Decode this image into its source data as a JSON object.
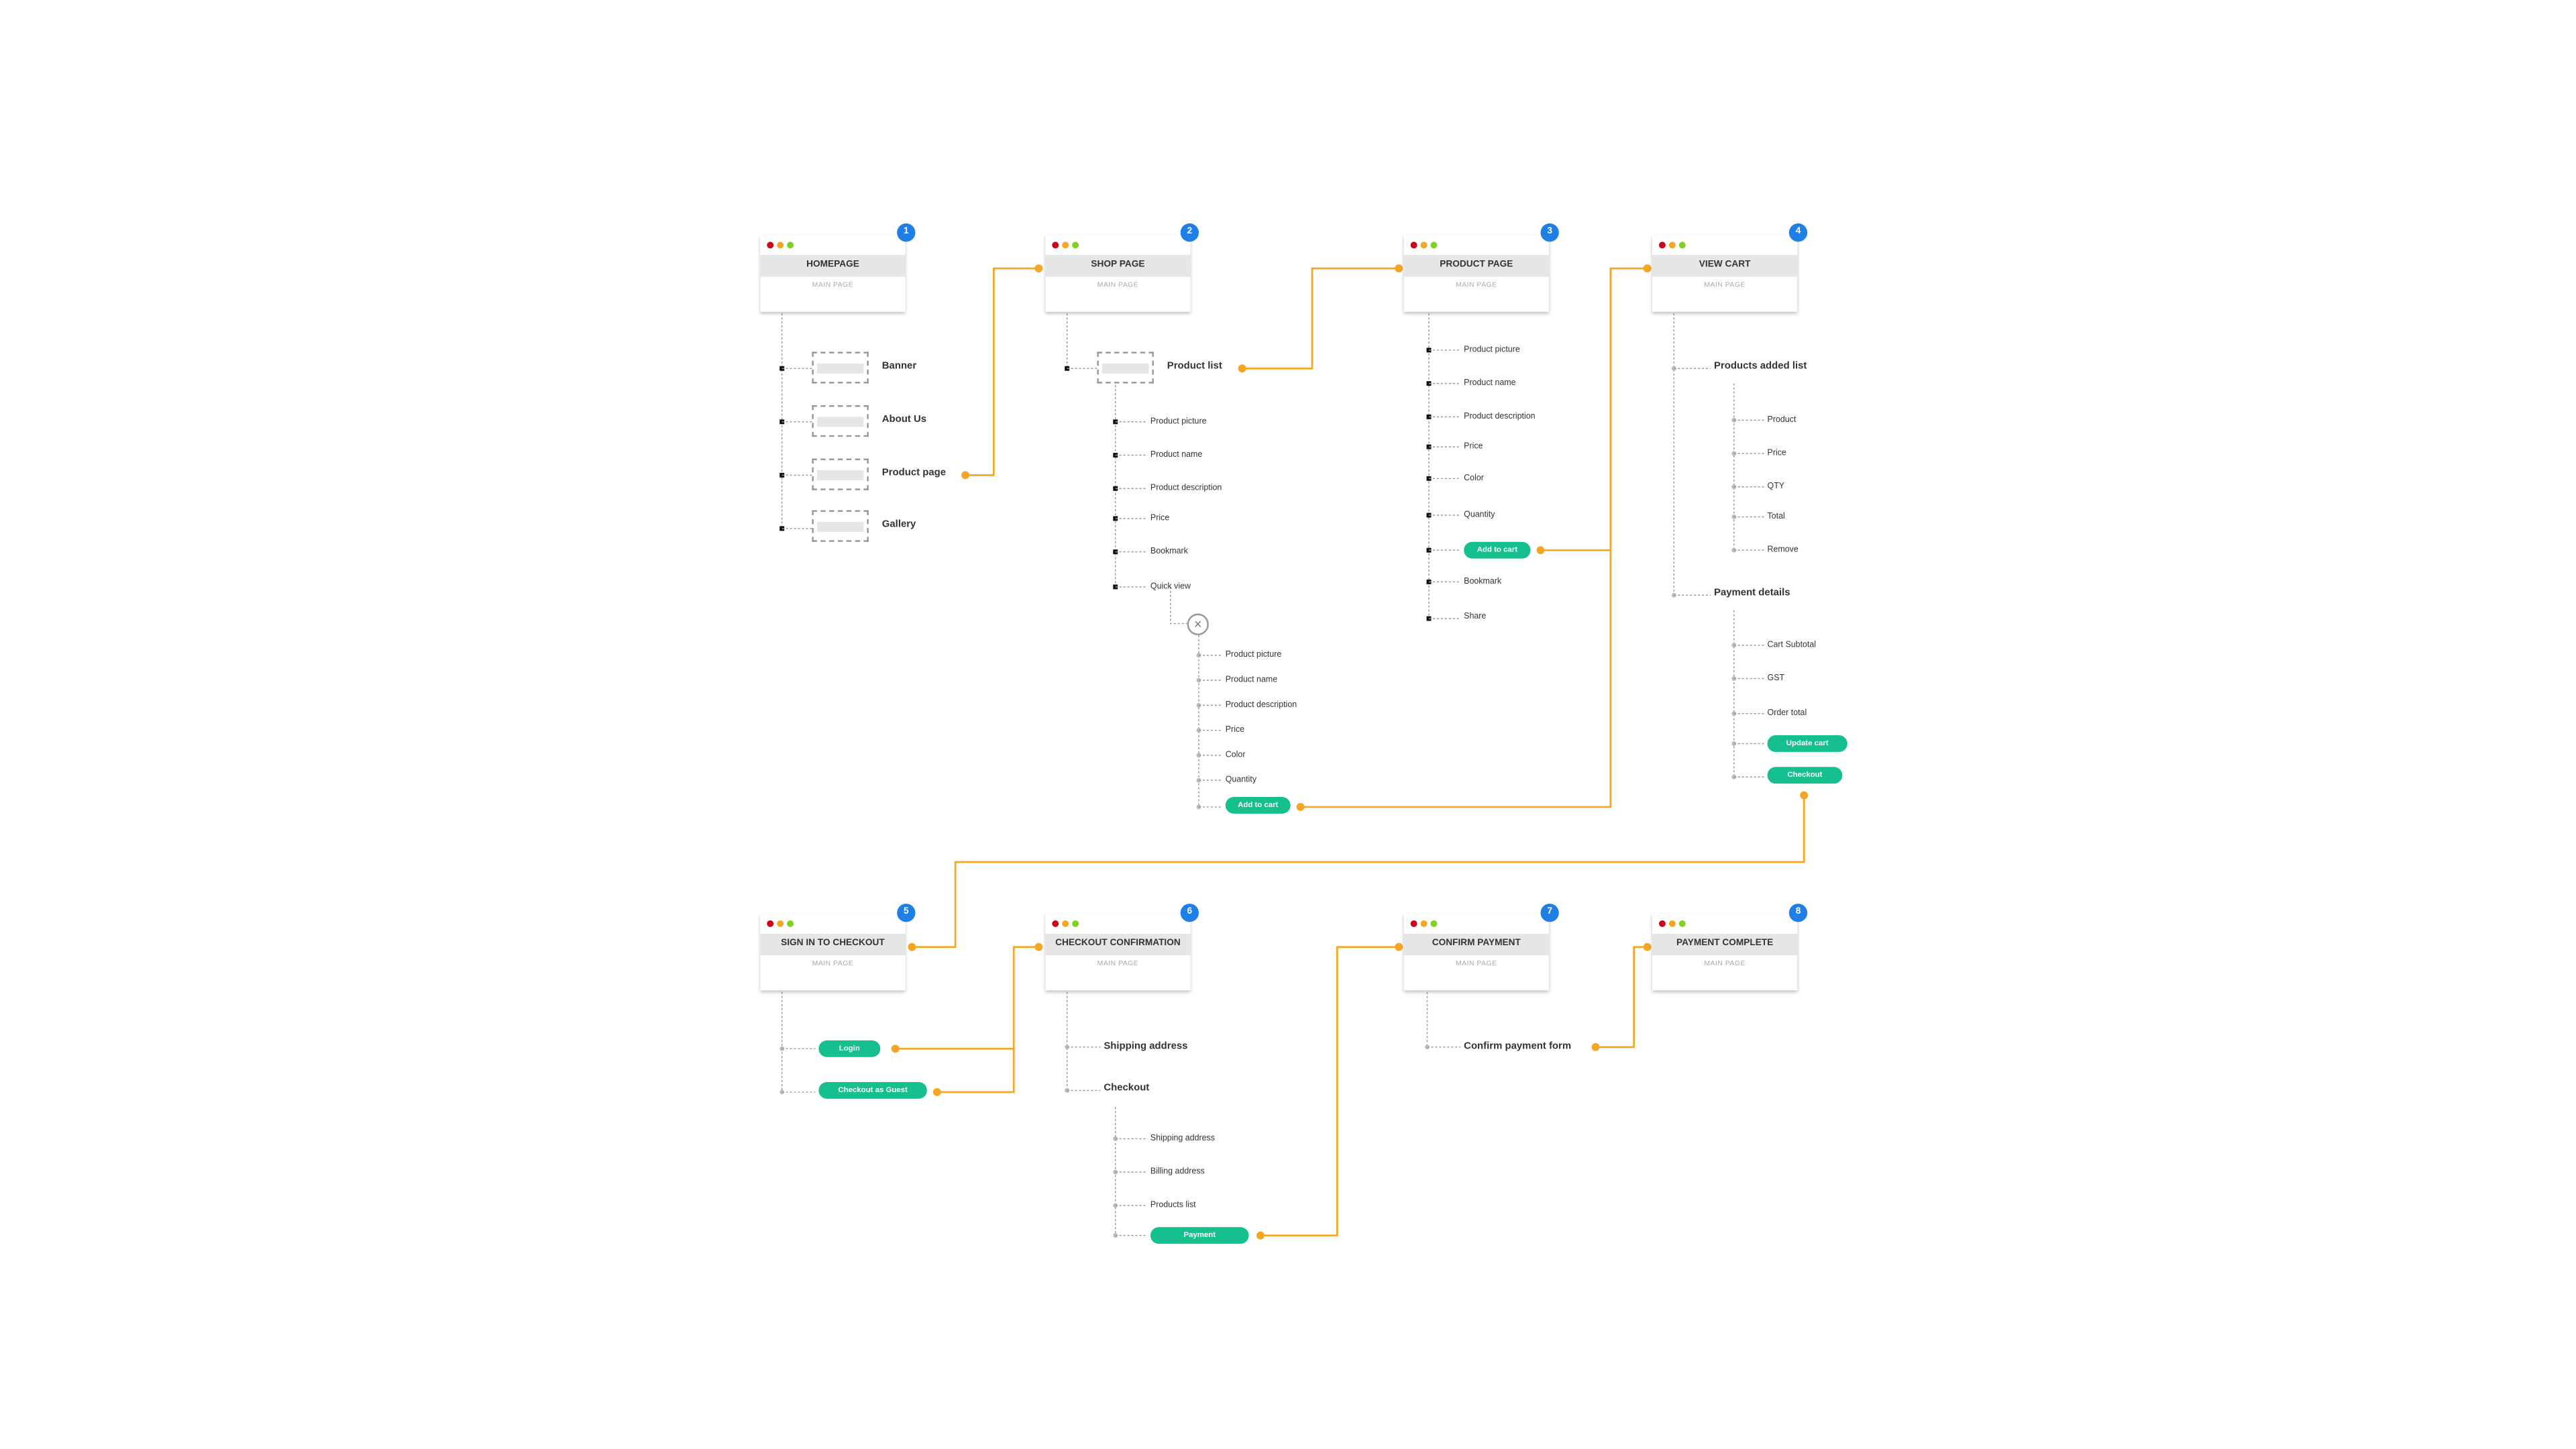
{
  "colors": {
    "connector": "#f5a623",
    "tree_line": "#999999",
    "pill": "#15c08e",
    "badge": "#1f7fe6",
    "dot_red": "#d0021b",
    "dot_yellow": "#f5a623",
    "dot_green": "#7ed321"
  },
  "pages": [
    {
      "number": "1",
      "title": "HOMEPAGE",
      "subtitle": "MAIN PAGE"
    },
    {
      "number": "2",
      "title": "SHOP PAGE",
      "subtitle": "MAIN PAGE"
    },
    {
      "number": "3",
      "title": "PRODUCT PAGE",
      "subtitle": "MAIN PAGE"
    },
    {
      "number": "4",
      "title": "VIEW CART",
      "subtitle": "MAIN PAGE"
    },
    {
      "number": "5",
      "title": "SIGN IN TO CHECKOUT",
      "subtitle": "MAIN PAGE"
    },
    {
      "number": "6",
      "title": "CHECKOUT CONFIRMATION",
      "subtitle": "MAIN PAGE"
    },
    {
      "number": "7",
      "title": "CONFIRM PAYMENT",
      "subtitle": "MAIN PAGE"
    },
    {
      "number": "8",
      "title": "PAYMENT COMPLETE",
      "subtitle": "MAIN PAGE"
    }
  ],
  "homepage": {
    "items": [
      "Banner",
      "About Us",
      "Product page",
      "Gallery"
    ]
  },
  "shop": {
    "list_label": "Product list",
    "items": [
      "Product picture",
      "Product name",
      "Product description",
      "Price",
      "Bookmark",
      "Quick view"
    ],
    "close_icon": "×",
    "quick_view_items": [
      "Product picture",
      "Product name",
      "Product description",
      "Price",
      "Color",
      "Quantity"
    ],
    "quick_view_button": "Add to cart"
  },
  "product": {
    "items": [
      "Product picture",
      "Product name",
      "Product description",
      "Price",
      "Color",
      "Quantity"
    ],
    "button": "Add to cart",
    "items_after": [
      "Bookmark",
      "Share"
    ]
  },
  "cart": {
    "list_label": "Products added list",
    "list_items": [
      "Product",
      "Price",
      "QTY",
      "Total",
      "Remove"
    ],
    "payment_label": "Payment details",
    "payment_items": [
      "Cart Subtotal",
      "GST",
      "Order total"
    ],
    "update_button": "Update cart",
    "checkout_button": "Checkout"
  },
  "signin": {
    "login_button": "Login",
    "guest_button": "Checkout as Guest"
  },
  "checkout_confirmation": {
    "shipping_label": "Shipping address",
    "checkout_label": "Checkout",
    "items": [
      "Shipping address",
      "Billing address",
      "Products list"
    ],
    "payment_button": "Payment"
  },
  "confirm_payment": {
    "form_label": "Confirm payment form"
  }
}
